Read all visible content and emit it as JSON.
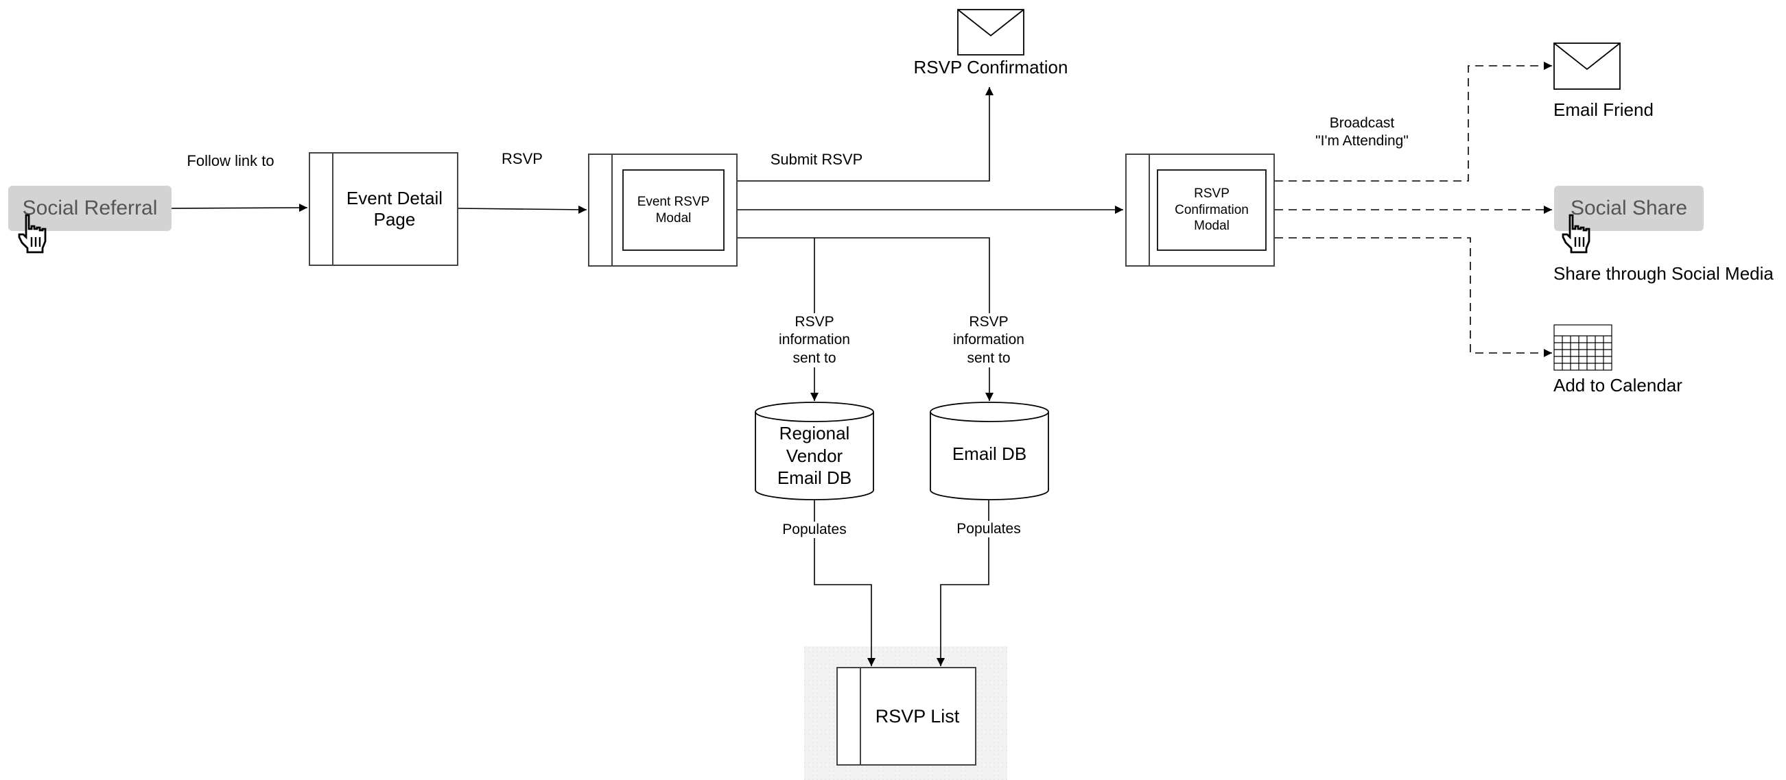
{
  "nodes": {
    "social_referral": "Social Referral",
    "event_detail_page": "Event Detail\nPage",
    "event_rsvp_modal": "Event RSVP\nModal",
    "rsvp_confirmation_modal": "RSVP\nConfirmation\nModal",
    "rsvp_confirmation_email": "RSVP Confirmation",
    "email_friend": "Email Friend",
    "social_share": "Social Share",
    "share_through_social_media": "Share through Social Media",
    "add_to_calendar": "Add to Calendar",
    "regional_vendor_email_db": "Regional\nVendor\nEmail DB",
    "email_db": "Email DB",
    "rsvp_list": "RSVP List"
  },
  "edges": {
    "follow_link_to": "Follow link to",
    "rsvp": "RSVP",
    "submit_rsvp": "Submit RSVP",
    "broadcast": "Broadcast\n\"I'm Attending\"",
    "rsvp_info_sent_to_1": "RSVP\ninformation\nsent to",
    "rsvp_info_sent_to_2": "RSVP\ninformation\nsent to",
    "populates_1": "Populates",
    "populates_2": "Populates"
  },
  "icons": {
    "cursor": "hand-pointer-icon",
    "email": "envelope-icon",
    "calendar": "calendar-grid-icon"
  },
  "colors": {
    "button_fill": "#d3d3d3",
    "button_text": "#555555",
    "line": "#000000",
    "list_backdrop": "#eeeeee"
  }
}
